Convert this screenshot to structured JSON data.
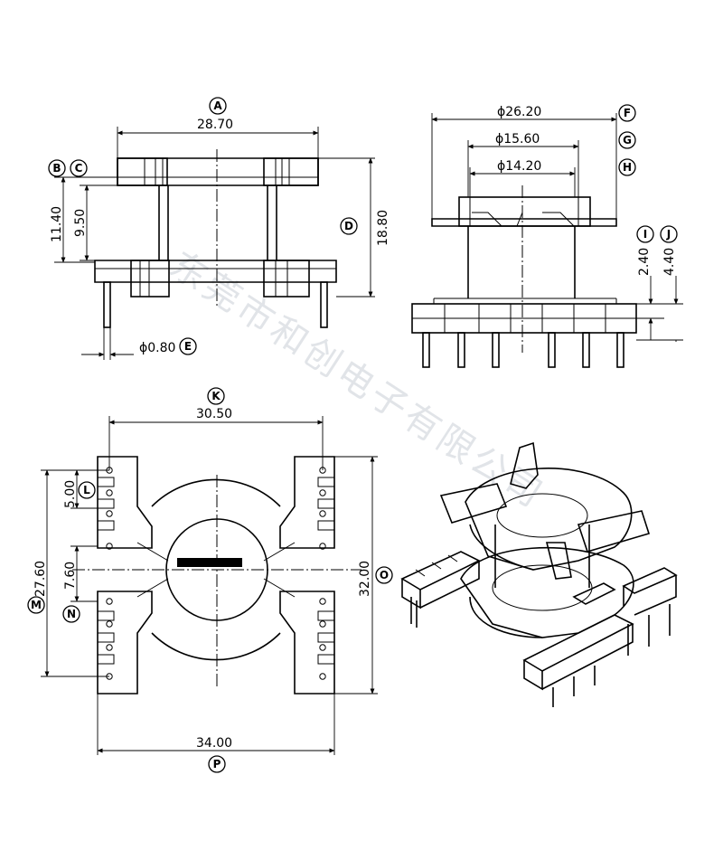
{
  "dimensions": {
    "A": "28.70",
    "D": "18.80",
    "E": "ϕ0.80",
    "F": "ϕ26.20",
    "G": "ϕ15.60",
    "H": "ϕ14.20",
    "I": "2.40",
    "J": "4.40",
    "K": "30.50",
    "L": "5.00",
    "M": "27.60",
    "N": "7.60",
    "O": "32.00",
    "P": "34.00",
    "B": "11.40",
    "C": "9.50"
  },
  "badges": [
    "A",
    "B",
    "C",
    "D",
    "E",
    "F",
    "G",
    "H",
    "I",
    "J",
    "K",
    "L",
    "M",
    "N",
    "O",
    "P"
  ],
  "watermark": "东莞市和创电子有限公司"
}
